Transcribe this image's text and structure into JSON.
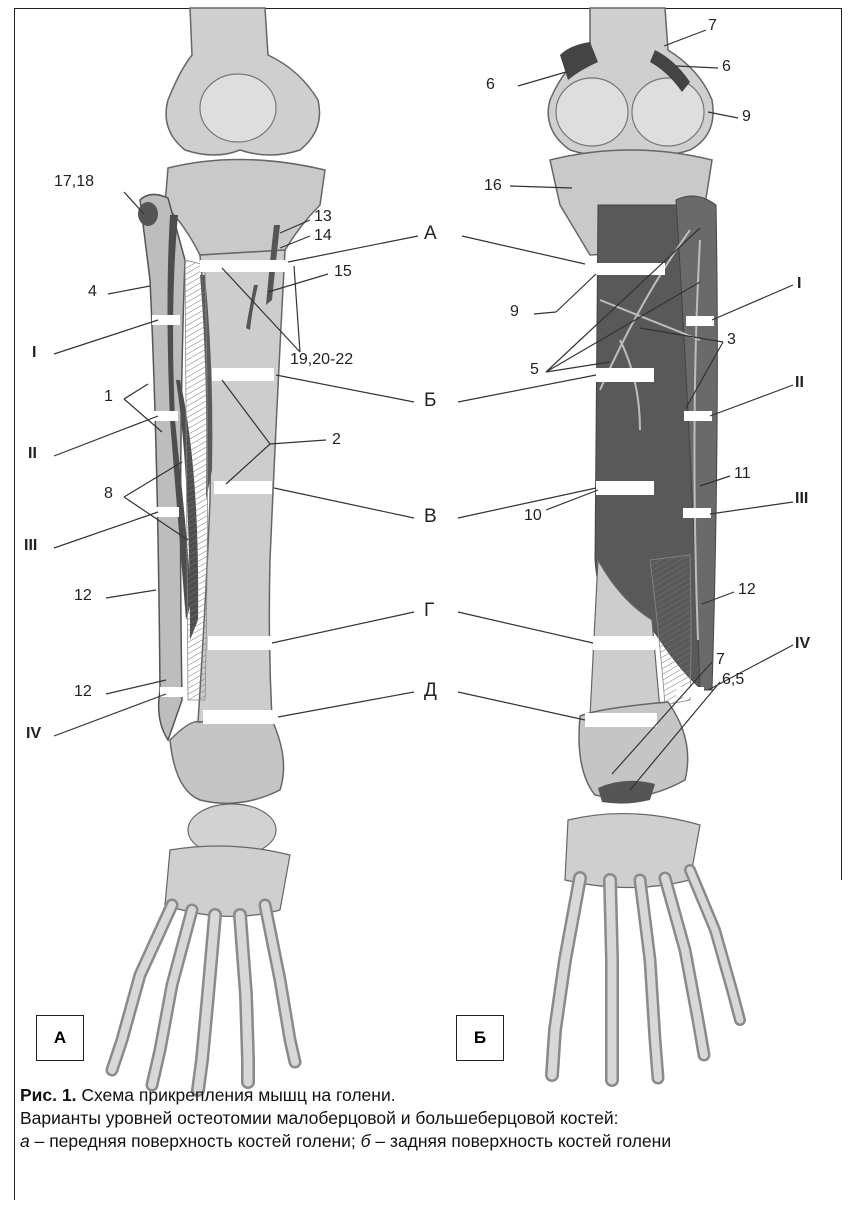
{
  "panel_a": {
    "tag": "А",
    "labels": {
      "l17_18": "17,18",
      "l13": "13",
      "l14": "14",
      "l15": "15",
      "l4": "4",
      "l19": "19,20-22",
      "lI": "I",
      "l1": "1",
      "lII": "II",
      "l2": "2",
      "l8": "8",
      "lIII": "III",
      "l12a": "12",
      "l12b": "12",
      "lIV": "IV"
    }
  },
  "panel_b": {
    "tag": "Б",
    "labels": {
      "l7": "7",
      "l6a": "6",
      "l6b": "6",
      "l9a": "9",
      "l16": "16",
      "l9b": "9",
      "lI": "I",
      "l3": "3",
      "l5": "5",
      "lII": "II",
      "l11": "11",
      "lIII": "III",
      "l10": "10",
      "l12": "12",
      "l7b": "7",
      "lIV": "IV",
      "l65": "6,5"
    }
  },
  "levels": {
    "A": "А",
    "B": "Б",
    "V": "В",
    "G": "Г",
    "D": "Д"
  },
  "caption": {
    "title_bold": "Рис. 1.",
    "title_rest": " Схема прикрепления мышц на голени.",
    "line2": "Варианты уровней остеотомии малоберцовой и большеберцовой костей:",
    "a_letter": "а",
    "a_text": " – передняя поверхность костей голени; ",
    "b_letter": "б",
    "b_text": " – задняя поверхность костей голени"
  }
}
